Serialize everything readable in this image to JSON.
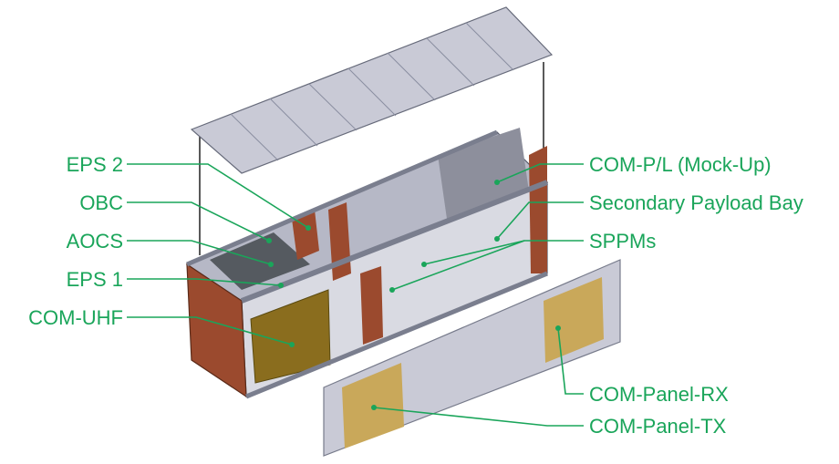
{
  "colors": {
    "label": "#1aa55a",
    "frame": "#a9abbb",
    "panel": "#c9cad6",
    "pcb": "#9b4a2e",
    "antenna": "#c9a85a",
    "uhf": "#8a6d1e"
  },
  "labels_left": [
    "EPS 2",
    "OBC",
    "AOCS",
    "EPS 1",
    "COM-UHF"
  ],
  "labels_right": [
    "COM-P/L (Mock-Up)",
    "Secondary Payload Bay",
    "SPPMs",
    "COM-Panel-RX",
    "COM-Panel-TX"
  ]
}
